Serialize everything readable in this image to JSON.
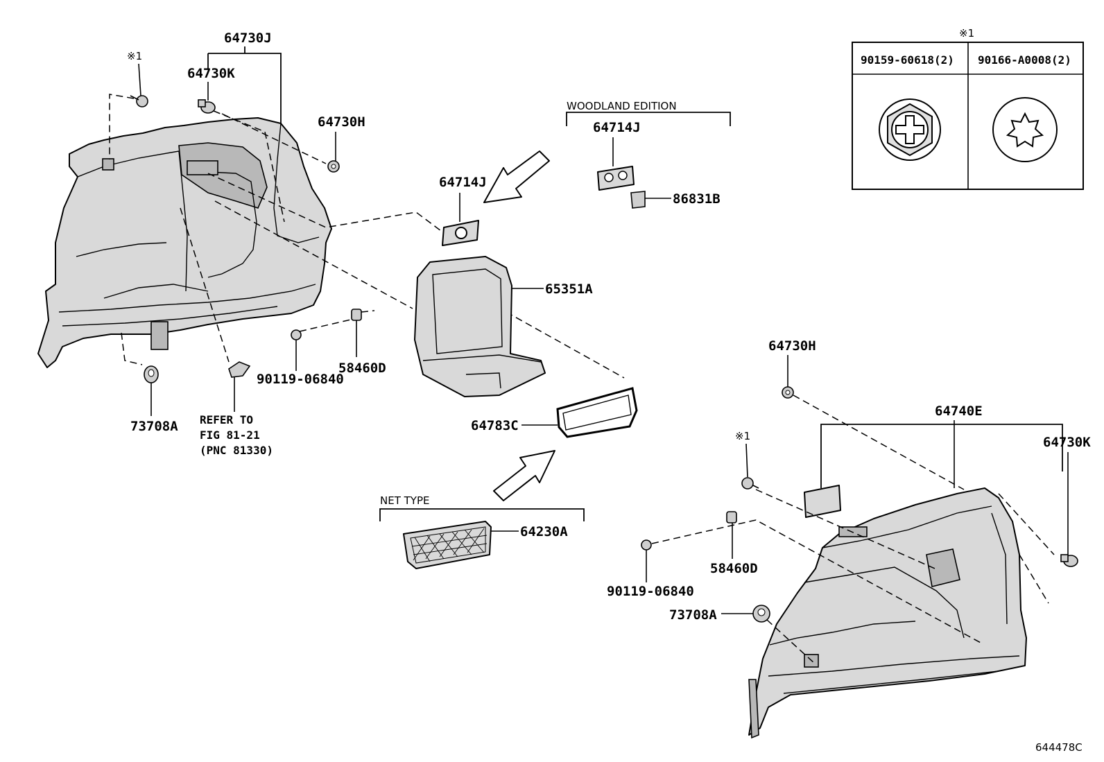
{
  "diagram_id": "644478C",
  "reference_mark": "※1",
  "legend": {
    "mark": "※1",
    "columns": [
      "90159-60618(2)",
      "90166-A0008(2)"
    ]
  },
  "groups": {
    "woodland_edition": "WOODLAND EDITION",
    "net_type": "NET TYPE"
  },
  "refer_to": [
    "REFER TO",
    "FIG 81-21",
    "(PNC 81330)"
  ],
  "labels": {
    "p64730J": "64730J",
    "p64730K_left": "64730K",
    "p64730H_left": "64730H",
    "p73708A_left": "73708A",
    "p90119_left": "90119-06840",
    "p58460D_left": "58460D",
    "p64714J_main": "64714J",
    "p64714J_woodland": "64714J",
    "p86831B": "86831B",
    "p65351A": "65351A",
    "p64783C": "64783C",
    "p64230A": "64230A",
    "p64730H_right": "64730H",
    "p64740E": "64740E",
    "p64730K_right": "64730K",
    "p90119_right": "90119-06840",
    "p58460D_right": "58460D",
    "p73708A_right": "73708A"
  }
}
